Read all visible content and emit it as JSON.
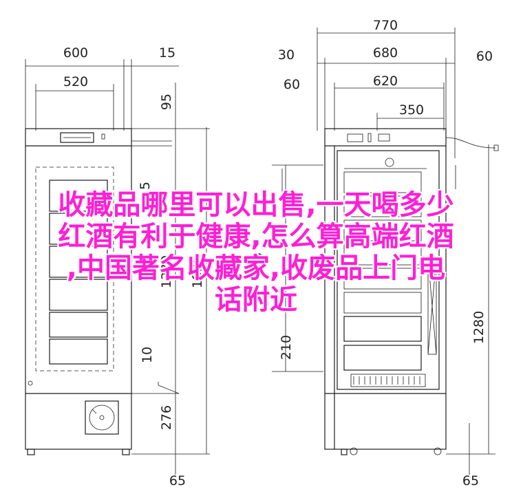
{
  "dimensions": {
    "left_view": {
      "top_width": "600",
      "top_offset": "15",
      "inner_width": "520",
      "height_95": "95",
      "height_1835": "1835",
      "height_1370": "1370",
      "height_5": "5",
      "height_10": "10",
      "height_276": "276",
      "bottom_65": "65"
    },
    "right_view": {
      "total_width": "770",
      "offset_30": "30",
      "width_680": "680",
      "offset_60_right": "60",
      "offset_60_left": "60",
      "width_620": "620",
      "width_350": "350",
      "height_120": "120",
      "height_210": "210",
      "height_1280": "1280",
      "bottom_65": "65"
    }
  },
  "watermark": {
    "line1": "收藏品哪里可以出售,一天喝多少",
    "line2": "红酒有利于健康,怎么算高端红酒",
    "line3": ",中国著名收藏家,收废品上门电",
    "line4": "话附近"
  }
}
